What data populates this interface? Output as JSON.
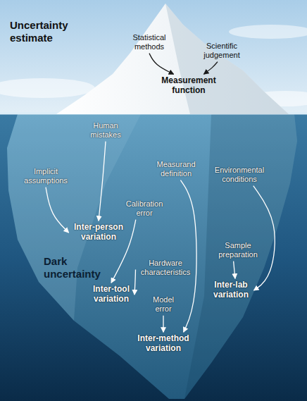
{
  "diagram": {
    "nodes": [
      {
        "text": [
          "Statistical methods"
        ]
      },
      {
        "text": [
          "Scientific judgement"
        ]
      },
      {
        "text": [
          "Measurement function"
        ]
      },
      {
        "text": [
          "Human mistakes"
        ]
      },
      {
        "text": [
          "Implicit assumptions"
        ]
      },
      {
        "text": [
          "Inter-person variation"
        ]
      },
      {
        "text": [
          "Calibration error"
        ]
      },
      {
        "text": [
          "Measurand definition"
        ]
      },
      {
        "text": [
          "Environmental conditions"
        ]
      },
      {
        "text": [
          "Hardware characteristics"
        ]
      },
      {
        "text": [
          "Inter-tool variation"
        ]
      },
      {
        "text": [
          "Sample preparation"
        ]
      },
      {
        "text": [
          "Inter-lab variation"
        ]
      },
      {
        "text": [
          "Model error"
        ]
      },
      {
        "text": [
          "Inter-method variation"
        ]
      }
    ],
    "edges": [
      {
        "from": 0,
        "to": 2,
        "arrow": "to"
      },
      {
        "from": 1,
        "to": 2,
        "arrow": "to"
      },
      {
        "from": 3,
        "to": 5,
        "arrow": "to"
      },
      {
        "from": 4,
        "to": 5,
        "arrow": "to"
      },
      {
        "from": 6,
        "to": 10,
        "arrow": "to"
      },
      {
        "from": 7,
        "to": 14,
        "arrow": "to"
      },
      {
        "from": 8,
        "to": 12,
        "arrow": "to"
      },
      {
        "from": 9,
        "to": 10,
        "arrow": "to"
      },
      {
        "from": 11,
        "to": 12,
        "arrow": "to"
      },
      {
        "from": 13,
        "to": 14,
        "arrow": "to"
      }
    ],
    "labels": [
      "Uncertainty estimate",
      "Dark uncertainty"
    ]
  }
}
